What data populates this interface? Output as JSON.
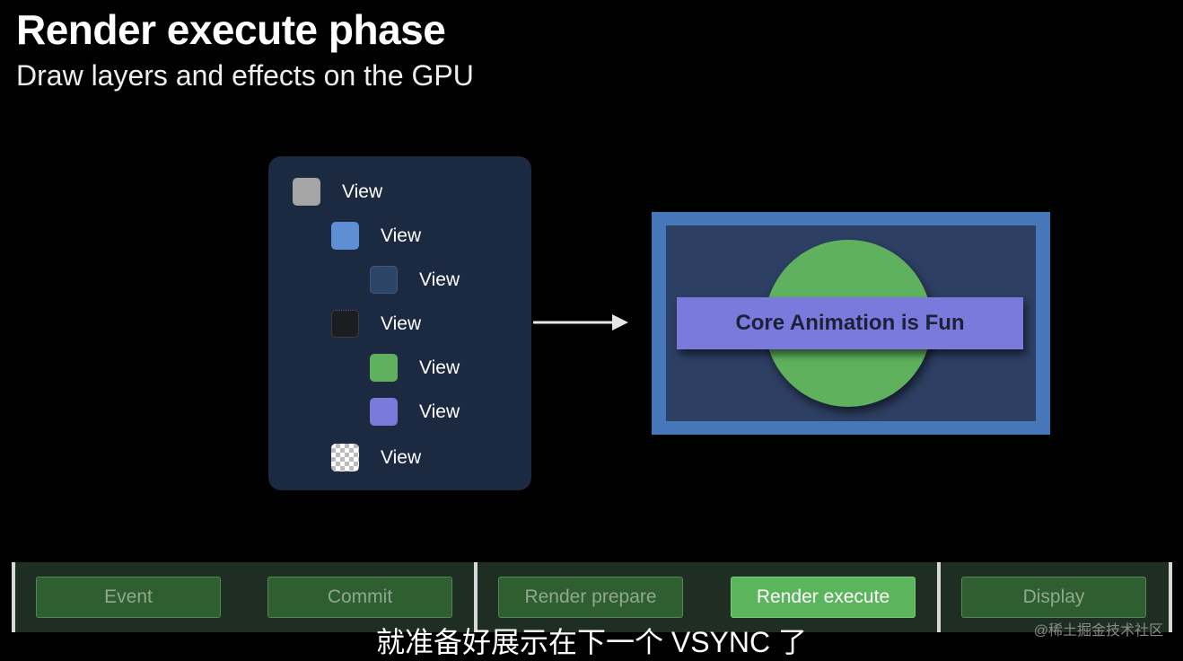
{
  "slide": {
    "title": "Render execute phase",
    "subtitle": "Draw layers and effects on the GPU"
  },
  "view_tree": [
    {
      "label": "View",
      "color": "#a5a5a5",
      "style": "solid"
    },
    {
      "label": "View",
      "color": "#5e8fd4",
      "style": "solid"
    },
    {
      "label": "View",
      "color": "#2c4567",
      "style": "solid"
    },
    {
      "label": "View",
      "color": "#1b1d21",
      "style": "dotted"
    },
    {
      "label": "View",
      "color": "#5fb15d",
      "style": "solid"
    },
    {
      "label": "View",
      "color": "#7a79dc",
      "style": "solid"
    },
    {
      "label": "View",
      "color": "#ffffff",
      "style": "checker"
    }
  ],
  "result": {
    "banner_text": "Core Animation is Fun",
    "colors": {
      "frame": "#4677b8",
      "background": "#2d3f63",
      "circle": "#5fb15d",
      "banner": "#7a79dc"
    }
  },
  "timeline": {
    "phases": [
      "Event",
      "Commit",
      "Render prepare",
      "Render execute",
      "Display"
    ],
    "active": "Render execute"
  },
  "caption": "就准备好展示在下一个 VSYNC 了",
  "watermark": "@稀土掘金技术社区"
}
